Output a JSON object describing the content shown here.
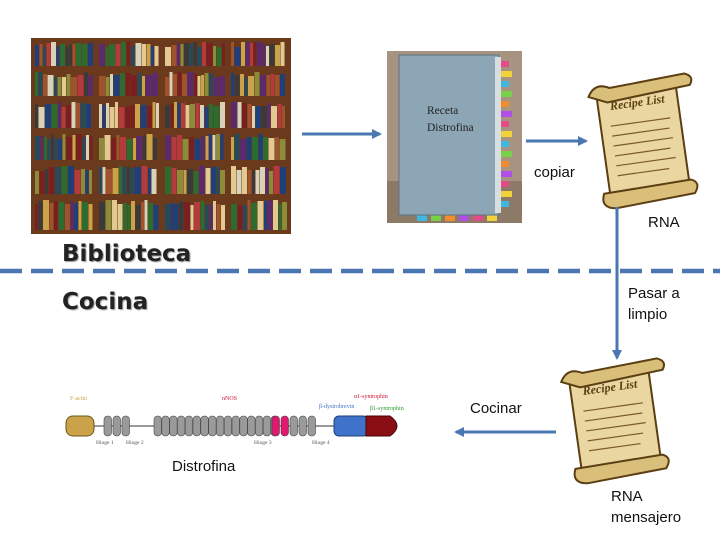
{
  "book": {
    "title_line1": "Receta",
    "title_line2": "Distrofina"
  },
  "labels": {
    "copiar": "copiar",
    "rna": "RNA",
    "biblioteca": "Biblioteca",
    "cocina": "Cocina",
    "pasar_line1": "Pasar a",
    "pasar_line2": "limpio",
    "cocinar": "Cocinar",
    "distrofina": "Distrofina",
    "rna_m_line1": "RNA",
    "rna_m_line2": "mensajero"
  },
  "scroll": {
    "text": "Recipe List"
  },
  "protein": {
    "actin": "F-actin",
    "nos": "nNOS",
    "at_syntrophin": "α1-syntrophin",
    "b_dystrobrevin": "β-dystrobrevin",
    "b1_syntrophin": "β1-syntrophin",
    "hinge1": "Hinge 1",
    "hinge2": "Hinge 2",
    "hinge3": "Hinge 3",
    "hinge4": "Hinge 4"
  },
  "colors": {
    "arrow": "#4a77b2",
    "divider": "#4a77b2",
    "book_cover": "#8da6b6",
    "parchment": "#e9d6a0"
  }
}
